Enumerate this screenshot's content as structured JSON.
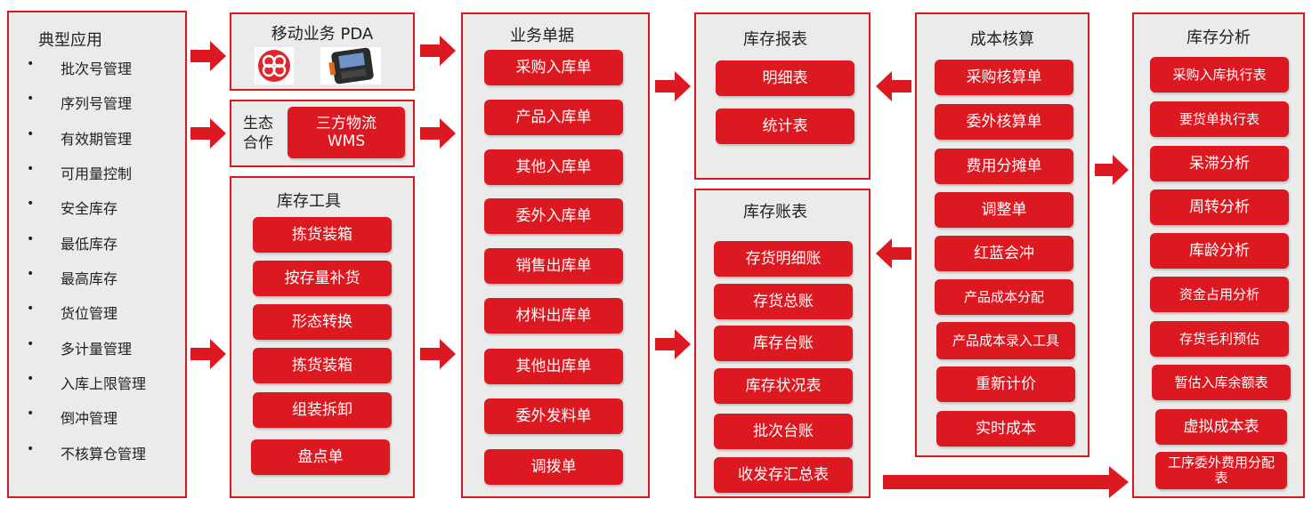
{
  "typical": {
    "title": "典型应用",
    "items": [
      "批次号管理",
      "序列号管理",
      "有效期管理",
      "可用量控制",
      "安全库存",
      "最低库存",
      "最高库存",
      "货位管理",
      "多计量管理",
      "入库上限管理",
      "倒冲管理",
      "不核算仓管理"
    ]
  },
  "mobile": {
    "title": "移动业务 PDA"
  },
  "eco": {
    "title_line1": "生态",
    "title_line2": "合作",
    "button_line1": "三方物流",
    "button_line2": "WMS"
  },
  "tools": {
    "title": "库存工具",
    "items": [
      "拣货装箱",
      "按存量补货",
      "形态转换",
      "拣货装箱",
      "组装拆卸",
      "盘点单"
    ]
  },
  "docs": {
    "title": "业务单据",
    "items": [
      "采购入库单",
      "产品入库单",
      "其他入库单",
      "委外入库单",
      "销售出库单",
      "材料出库单",
      "其他出库单",
      "委外发料单",
      "调拨单"
    ]
  },
  "reports": {
    "title": "库存报表",
    "items": [
      "明细表",
      "统计表"
    ]
  },
  "ledger": {
    "title": "库存账表",
    "items": [
      "存货明细账",
      "存货总账",
      "库存台账",
      "库存状况表",
      "批次台账",
      "收发存汇总表"
    ]
  },
  "cost": {
    "title": "成本核算",
    "items": [
      "采购核算单",
      "委外核算单",
      "费用分摊单",
      "调整单",
      "红蓝会冲",
      "产品成本分配",
      "产品成本录入工具",
      "重新计价",
      "实时成本"
    ]
  },
  "analysis": {
    "title": "库存分析",
    "items": [
      "采购入库执行表",
      "要货单执行表",
      "呆滞分析",
      "周转分析",
      "库龄分析",
      "资金占用分析",
      "存货毛利预估",
      "暂估入库余额表",
      "虚拟成本表",
      "工序委外费用分配表"
    ]
  },
  "colors": {
    "accent": "#dc1921",
    "panel_bg": "#ebebeb"
  }
}
